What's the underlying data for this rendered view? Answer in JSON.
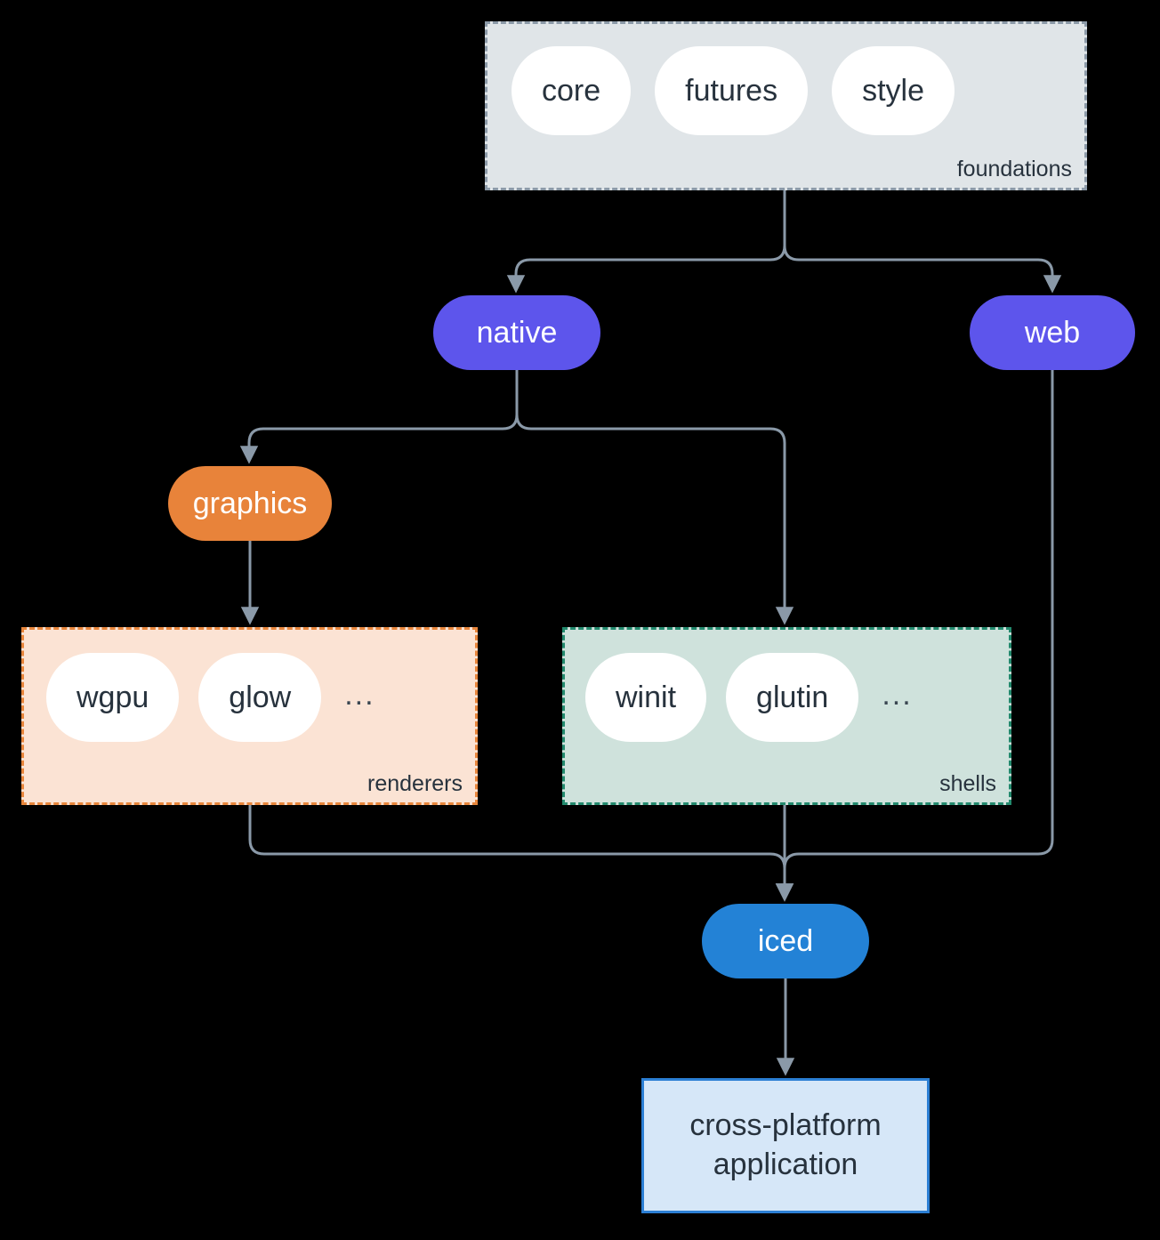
{
  "diagram": {
    "type": "architecture-flowchart",
    "background_color": "#000000",
    "edge_color": "#8a99a8",
    "clusters": [
      {
        "id": "foundations",
        "label": "foundations",
        "fill": "#e0e5e8",
        "border": "#8c9aa8",
        "border_style": "dashed",
        "items": [
          "core",
          "futures",
          "style"
        ],
        "overflow_marker": ""
      },
      {
        "id": "renderers",
        "label": "renderers",
        "fill": "#fbe3d4",
        "border": "#e8863c",
        "border_style": "dashed",
        "items": [
          "wgpu",
          "glow"
        ],
        "overflow_marker": "..."
      },
      {
        "id": "shells",
        "label": "shells",
        "fill": "#cfe2dc",
        "border": "#238a6e",
        "border_style": "dashed",
        "items": [
          "winit",
          "glutin"
        ],
        "overflow_marker": "..."
      }
    ],
    "nodes": [
      {
        "id": "native",
        "label": "native",
        "shape": "pill",
        "fill": "#5d55ec",
        "text_color": "#ffffff"
      },
      {
        "id": "web",
        "label": "web",
        "shape": "pill",
        "fill": "#5d55ec",
        "text_color": "#ffffff"
      },
      {
        "id": "graphics",
        "label": "graphics",
        "shape": "pill",
        "fill": "#e8833a",
        "text_color": "#ffffff"
      },
      {
        "id": "iced",
        "label": "iced",
        "shape": "pill",
        "fill": "#2382d6",
        "text_color": "#ffffff"
      },
      {
        "id": "application",
        "label_line1": "cross-platform",
        "label_line2": "application",
        "shape": "rectangle",
        "fill": "#d6e7f8",
        "border": "#2c7fd4",
        "text_color": "#27323d"
      }
    ],
    "edges": [
      {
        "from": "foundations",
        "to": "native",
        "style": "orthogonal",
        "arrow": true
      },
      {
        "from": "foundations",
        "to": "web",
        "style": "orthogonal",
        "arrow": true
      },
      {
        "from": "native",
        "to": "graphics",
        "style": "orthogonal",
        "arrow": true
      },
      {
        "from": "native",
        "to": "shells",
        "style": "orthogonal",
        "arrow": true
      },
      {
        "from": "graphics",
        "to": "renderers",
        "style": "straight",
        "arrow": true
      },
      {
        "from": "renderers",
        "to": "iced",
        "style": "orthogonal",
        "arrow": true
      },
      {
        "from": "shells",
        "to": "iced",
        "style": "straight",
        "arrow": true
      },
      {
        "from": "web",
        "to": "iced",
        "style": "orthogonal",
        "arrow": true
      },
      {
        "from": "iced",
        "to": "application",
        "style": "straight",
        "arrow": true
      }
    ]
  }
}
